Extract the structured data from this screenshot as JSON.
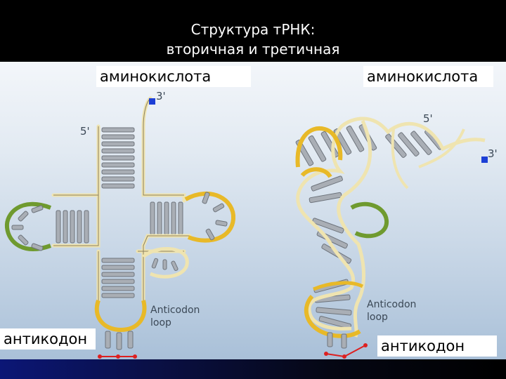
{
  "slide": {
    "title_line1": "Структура тРНК:",
    "title_line2": "вторичная и третичная"
  },
  "left_structure": {
    "top_label": "аминокислота",
    "bottom_label": "антикодон",
    "three_prime": "3'",
    "five_prime": "5'",
    "loop_label_line1": "Anticodon",
    "loop_label_line2": "loop"
  },
  "right_structure": {
    "top_label": "аминокислота",
    "bottom_label": "антикодон",
    "three_prime": "3'",
    "five_prime": "5'",
    "loop_label_line1": "Anticodon",
    "loop_label_line2": "loop"
  },
  "colors": {
    "backbone": "#efe4b0",
    "loop_yellow": "#e8b928",
    "loop_green": "#6f9a2f",
    "bases": "#a9aeb5",
    "marker_blue": "#1c3fd6",
    "anticodon_red": "#dd2020"
  }
}
